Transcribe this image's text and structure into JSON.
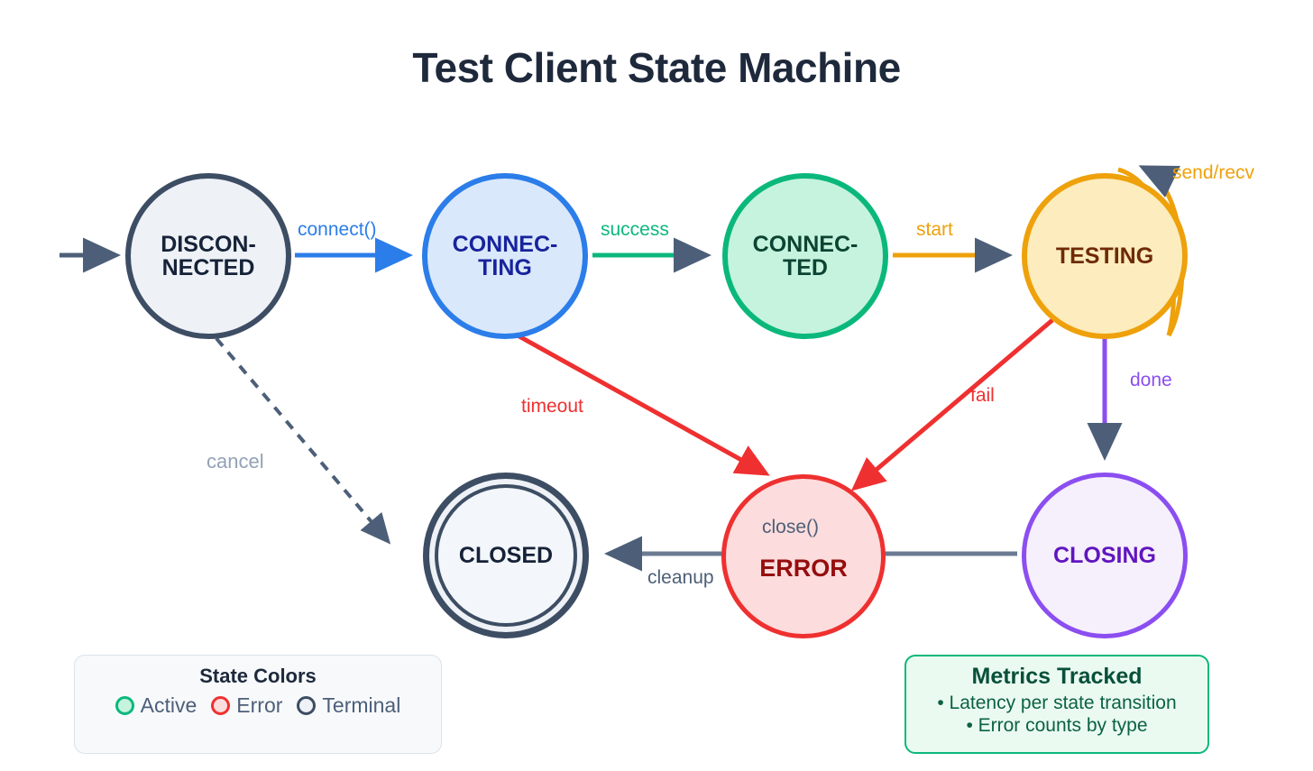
{
  "title": "Test Client State Machine",
  "background": "#ffffff",
  "states": [
    {
      "id": "disconnected",
      "label": "DISCON-\nNECTED",
      "kind": "terminal-ish",
      "fill": "#eef1f6",
      "stroke": "#3d4d63",
      "text": "#152238"
    },
    {
      "id": "connecting",
      "label": "CONNEC-\nTING",
      "kind": "active",
      "fill": "#dae8fb",
      "stroke": "#2b7de9",
      "text": "#17239c"
    },
    {
      "id": "connected",
      "label": "CONNEC-\nTED",
      "kind": "active",
      "fill": "#c6f3de",
      "stroke": "#0bb87c",
      "text": "#0c4433"
    },
    {
      "id": "testing",
      "label": "TESTING",
      "kind": "active",
      "fill": "#fcecbe",
      "stroke": "#eea10b",
      "text": "#6e2a06"
    },
    {
      "id": "closed",
      "label": "CLOSED",
      "kind": "terminal",
      "fill": "#eef1f6",
      "stroke": "#3d4d63",
      "text": "#152238"
    },
    {
      "id": "error",
      "label": "ERROR",
      "kind": "error",
      "fill": "#fcdcdc",
      "stroke": "#ef3030",
      "text": "#960d0d"
    },
    {
      "id": "closing",
      "label": "CLOSING",
      "kind": "active",
      "fill": "#f6effc",
      "stroke": "#8b4ef0",
      "text": "#6016be"
    }
  ],
  "transitions": [
    {
      "id": "start",
      "from": "",
      "to": "disconnected",
      "label": "",
      "color": "#4d5f78",
      "style": "solid"
    },
    {
      "id": "connect",
      "from": "disconnected",
      "to": "connecting",
      "label": "connect()",
      "color": "#2b7de9",
      "style": "solid"
    },
    {
      "id": "success",
      "from": "connecting",
      "to": "connected",
      "label": "success",
      "color": "#0bb87c",
      "style": "solid"
    },
    {
      "id": "start-test",
      "from": "connected",
      "to": "testing",
      "label": "start",
      "color": "#eea10b",
      "style": "solid"
    },
    {
      "id": "sendrecv",
      "from": "testing",
      "to": "testing",
      "label": "send/recv",
      "color": "#eea10b",
      "style": "self-loop"
    },
    {
      "id": "timeout",
      "from": "connecting",
      "to": "error",
      "label": "timeout",
      "color": "#ef3030",
      "style": "solid"
    },
    {
      "id": "fail",
      "from": "testing",
      "to": "error",
      "label": "fail",
      "color": "#ef3030",
      "style": "solid"
    },
    {
      "id": "done",
      "from": "testing",
      "to": "closing",
      "label": "done",
      "color": "#8b4ef0",
      "style": "solid"
    },
    {
      "id": "cancel",
      "from": "disconnected",
      "to": "closed",
      "label": "cancel",
      "color": "#93a2b5",
      "style": "dashed"
    },
    {
      "id": "cleanup",
      "from": "closing",
      "to": "closed",
      "label": "cleanup",
      "color": "#4d5f78",
      "style": "solid"
    },
    {
      "id": "close",
      "from": "error",
      "to": "closed",
      "label": "close()",
      "color": "#4d5f78",
      "style": "solid"
    }
  ],
  "legend": {
    "title": "State Colors",
    "items": [
      {
        "label": "Active",
        "fill": "#c6f3de",
        "stroke": "#0bb87c"
      },
      {
        "label": "Error",
        "fill": "#fcdcdc",
        "stroke": "#ef3030"
      },
      {
        "label": "Terminal",
        "fill": "#eef1f6",
        "stroke": "#3d4d63"
      }
    ]
  },
  "metrics": {
    "title": "Metrics Tracked",
    "items": [
      "• Latency per state transition",
      "• Error counts by type"
    ]
  }
}
